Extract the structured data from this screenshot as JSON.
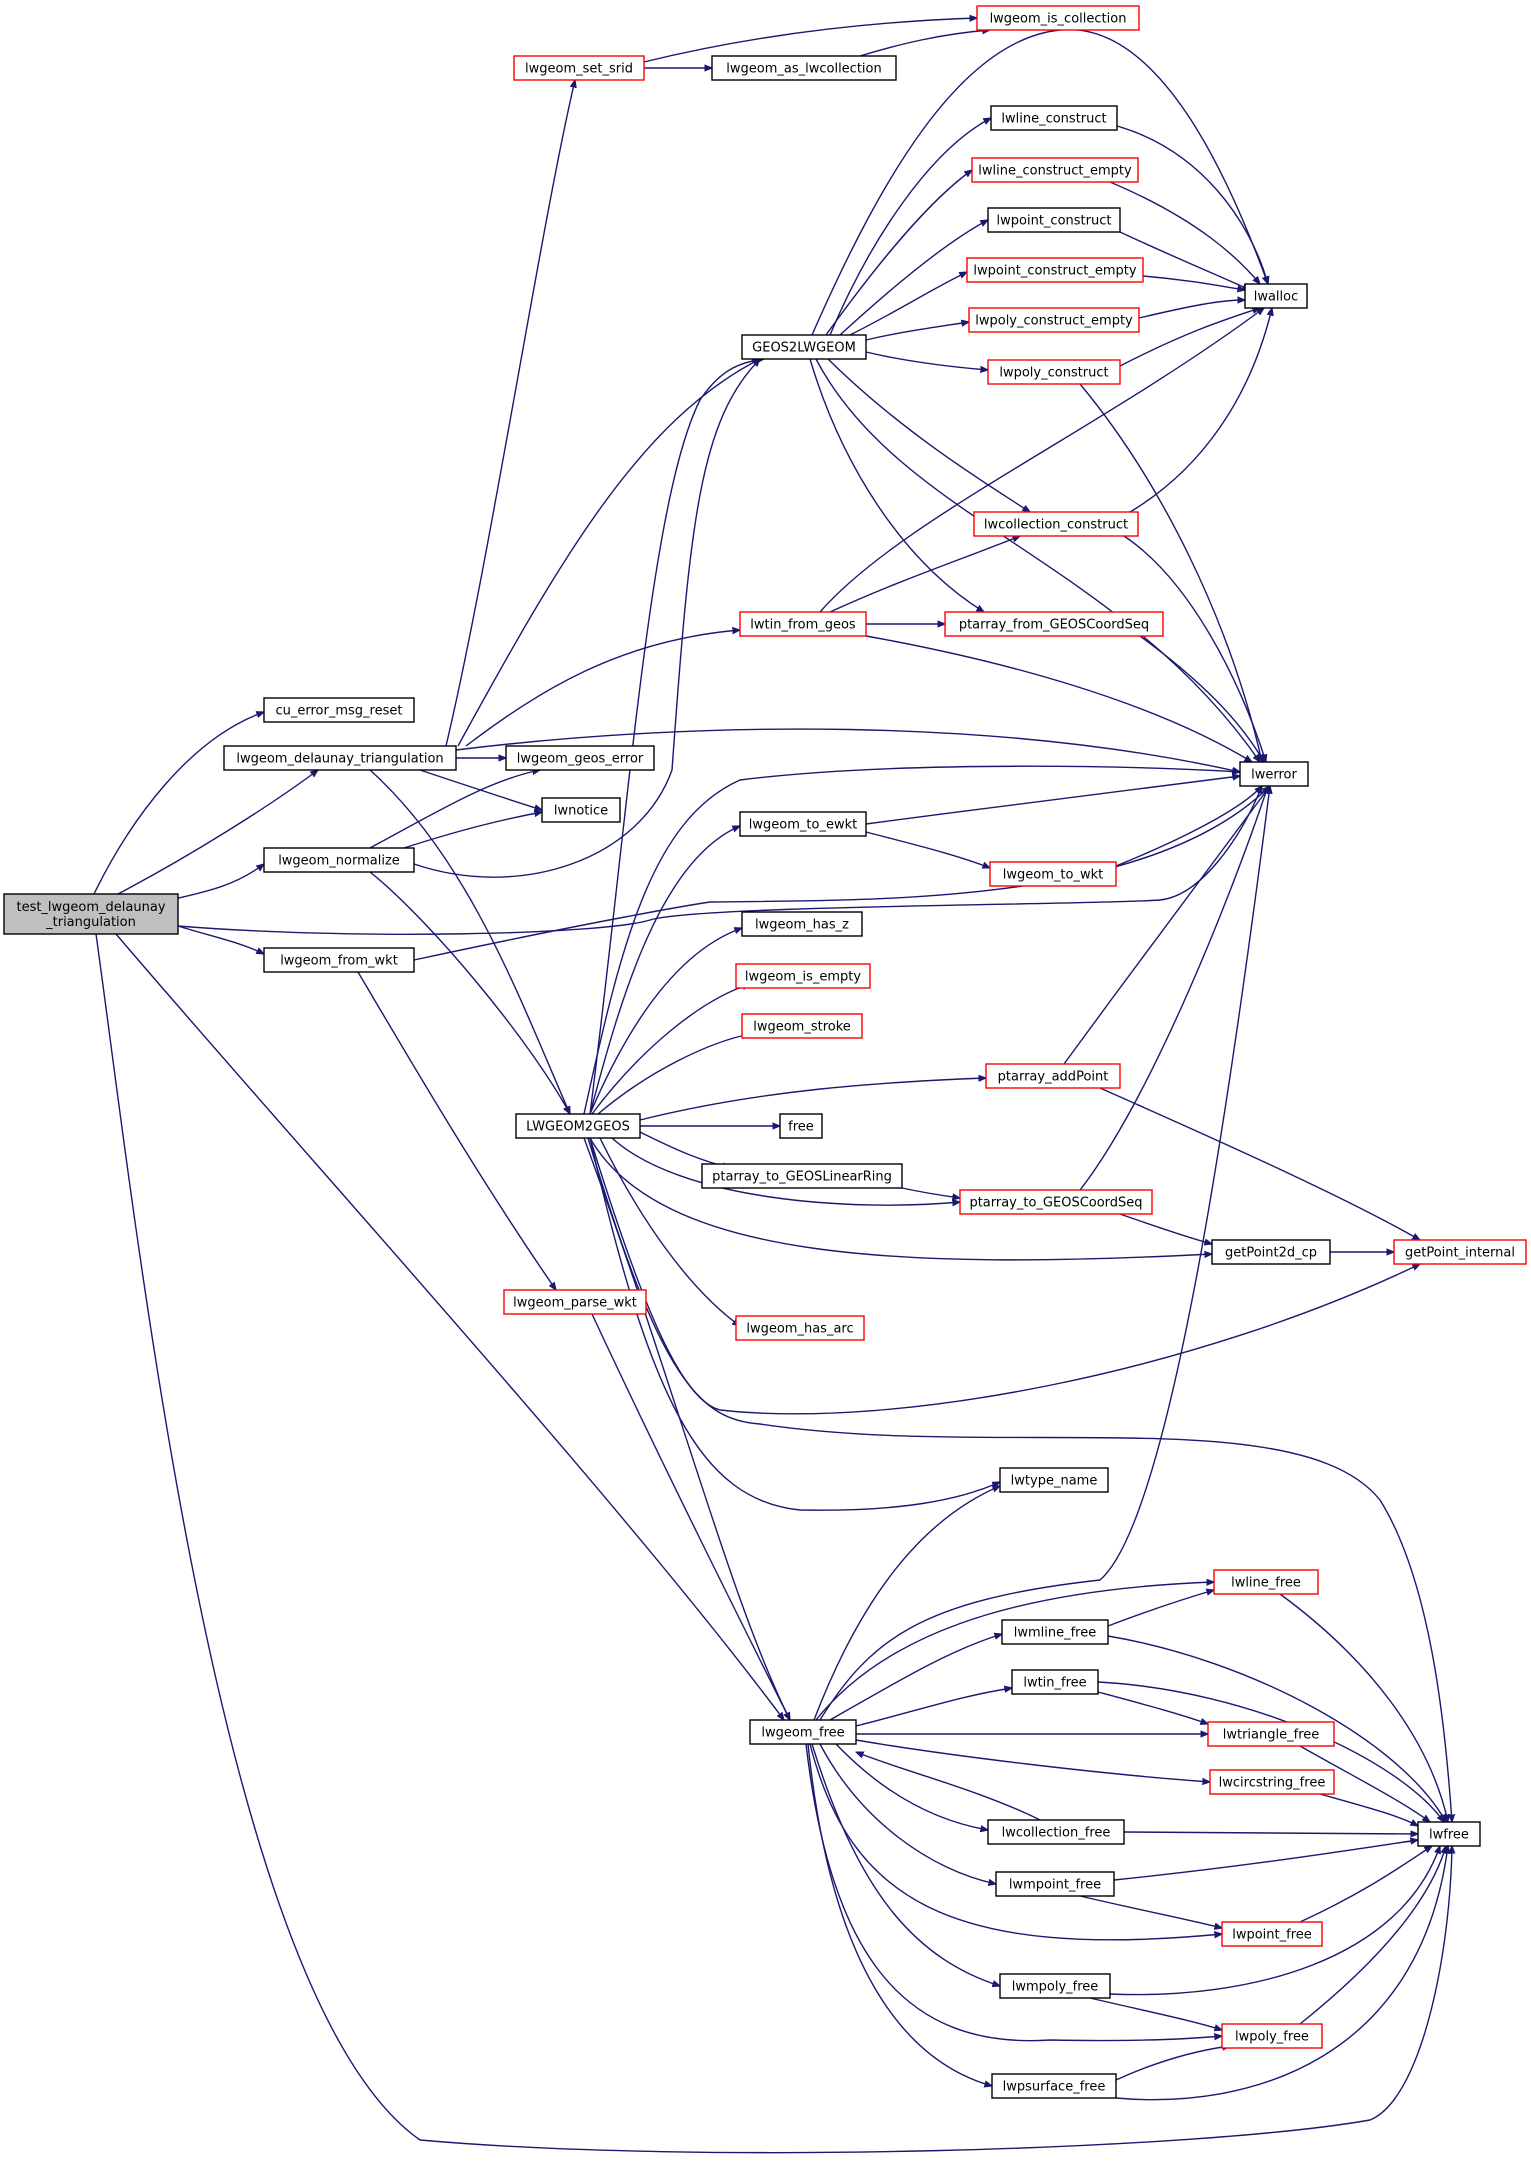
{
  "graph": {
    "root": "test_lwgeom_delaunay\n_triangulation",
    "nodes": {
      "root": "test_lwgeom_delaunay\n_triangulation",
      "cu_error_msg_reset": "cu_error_msg_reset",
      "lwgeom_delaunay_triangulation": "lwgeom_delaunay_triangulation",
      "lwgeom_normalize": "lwgeom_normalize",
      "lwgeom_from_wkt": "lwgeom_from_wkt",
      "lwgeom_set_srid": "lwgeom_set_srid",
      "lwgeom_as_lwcollection": "lwgeom_as_lwcollection",
      "lwgeom_is_collection": "lwgeom_is_collection",
      "lwgeom_geos_error": "lwgeom_geos_error",
      "lwnotice": "lwnotice",
      "GEOS2LWGEOM": "GEOS2LWGEOM",
      "lwline_construct": "lwline_construct",
      "lwline_construct_empty": "lwline_construct_empty",
      "lwpoint_construct": "lwpoint_construct",
      "lwpoint_construct_empty": "lwpoint_construct_empty",
      "lwpoly_construct_empty": "lwpoly_construct_empty",
      "lwpoly_construct": "lwpoly_construct",
      "lwalloc": "lwalloc",
      "lwcollection_construct": "lwcollection_construct",
      "lwtin_from_geos": "lwtin_from_geos",
      "ptarray_from_GEOSCoordSeq": "ptarray_from_GEOSCoordSeq",
      "lwerror": "lwerror",
      "lwgeom_to_ewkt": "lwgeom_to_ewkt",
      "lwgeom_to_wkt": "lwgeom_to_wkt",
      "lwgeom_has_z": "lwgeom_has_z",
      "lwgeom_is_empty": "lwgeom_is_empty",
      "lwgeom_stroke": "lwgeom_stroke",
      "ptarray_addPoint": "ptarray_addPoint",
      "LWGEOM2GEOS": "LWGEOM2GEOS",
      "free": "free",
      "ptarray_to_GEOSLinearRing": "ptarray_to_GEOSLinearRing",
      "ptarray_to_GEOSCoordSeq": "ptarray_to_GEOSCoordSeq",
      "getPoint2d_cp": "getPoint2d_cp",
      "getPoint_internal": "getPoint_internal",
      "lwgeom_parse_wkt": "lwgeom_parse_wkt",
      "lwgeom_has_arc": "lwgeom_has_arc",
      "lwtype_name": "lwtype_name",
      "lwline_free": "lwline_free",
      "lwmline_free": "lwmline_free",
      "lwtin_free": "lwtin_free",
      "lwgeom_free": "lwgeom_free",
      "lwtriangle_free": "lwtriangle_free",
      "lwcircstring_free": "lwcircstring_free",
      "lwcollection_free": "lwcollection_free",
      "lwfree": "lwfree",
      "lwmpoint_free": "lwmpoint_free",
      "lwpoint_free": "lwpoint_free",
      "lwmpoly_free": "lwmpoly_free",
      "lwpoly_free": "lwpoly_free",
      "lwpsurface_free": "lwpsurface_free"
    },
    "colors": {
      "edge": "#191970",
      "root_fill": "#bfbfbf",
      "external_border": "#ff0000",
      "node_border": "#000000"
    }
  }
}
